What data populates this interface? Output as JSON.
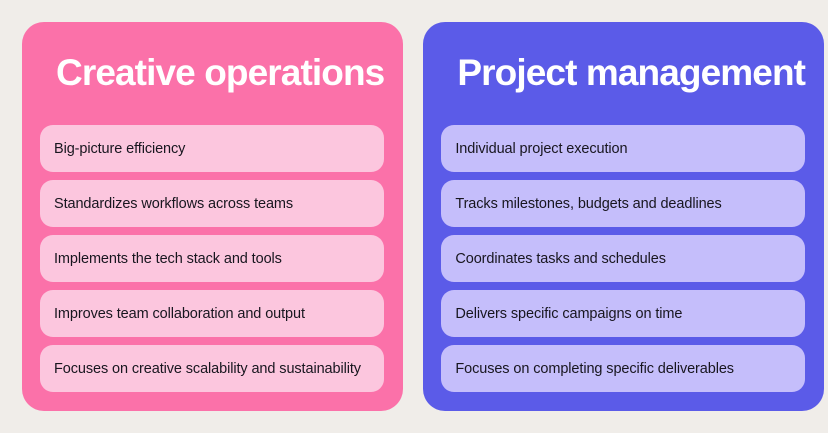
{
  "page": {
    "background_color": "#F0EDE9"
  },
  "cards": [
    {
      "id": "creative-operations",
      "title": "Creative operations",
      "card_color": "#FB71A9",
      "pill_color": "#FCC6DE",
      "title_color": "#FFFFFF",
      "text_color": "#18161F",
      "items": [
        "Big-picture efficiency",
        "Standardizes workflows across teams",
        "Implements the tech stack and tools",
        "Improves team collaboration and output",
        "Focuses on creative scalability and sustainability"
      ]
    },
    {
      "id": "project-management",
      "title": "Project management",
      "card_color": "#5B5BE8",
      "pill_color": "#C5BEFB",
      "title_color": "#FFFFFF",
      "text_color": "#18161F",
      "items": [
        "Individual project execution",
        "Tracks milestones, budgets and deadlines",
        "Coordinates tasks and schedules",
        "Delivers specific campaigns on time",
        "Focuses on completing specific deliverables"
      ]
    }
  ]
}
